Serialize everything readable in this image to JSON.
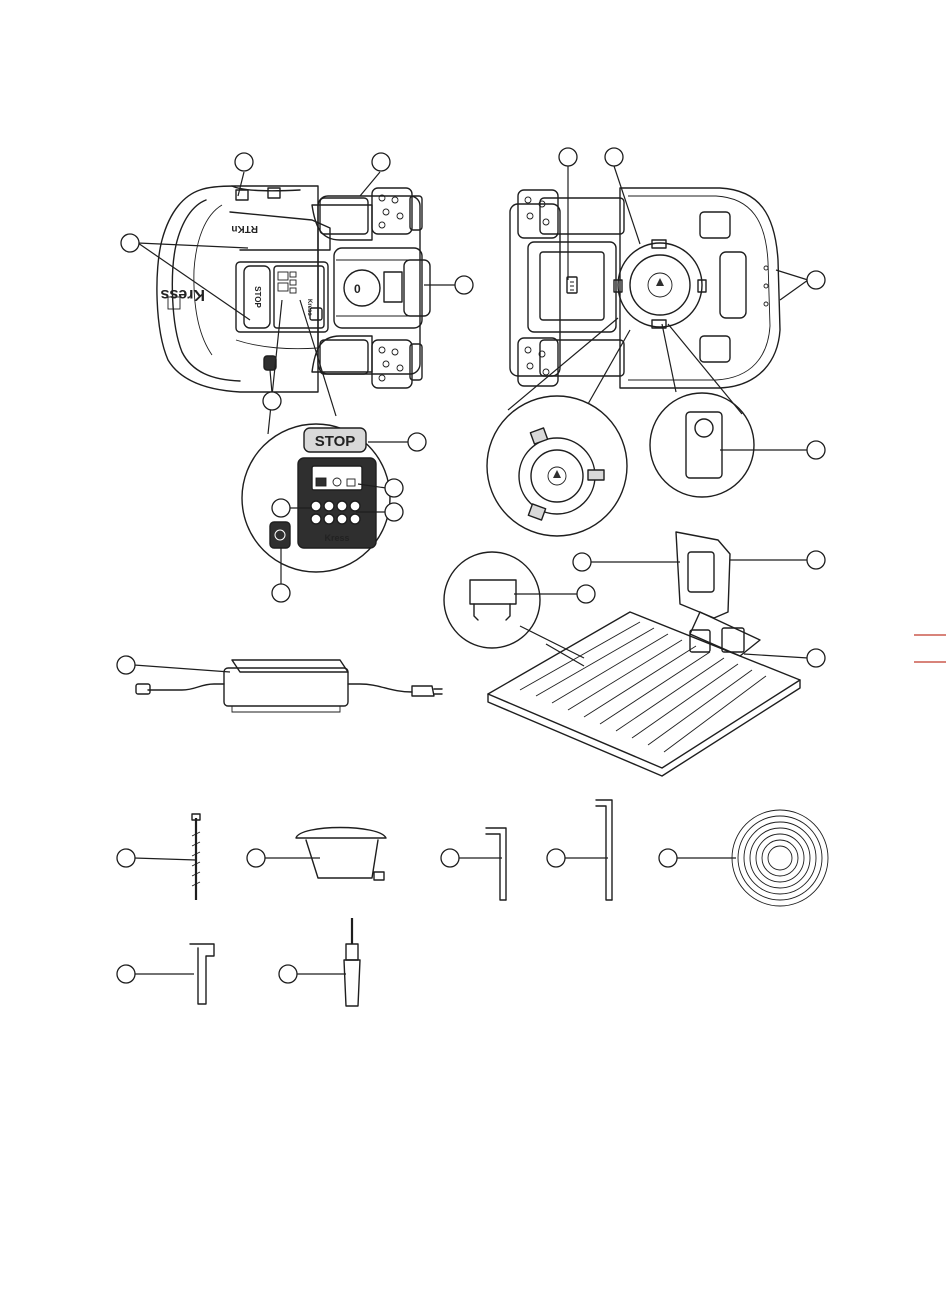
{
  "colors": {
    "line": "#1e1e1e",
    "page": "#ffffff",
    "page_edge_marks": "#c0392b",
    "screen_dark": "#2f2f2f"
  },
  "mower_top": {
    "brand": "Kress",
    "model": "RTKⁿ",
    "model_mirror": "RTKn",
    "stop_label": "STOP",
    "fuel_icon": "fuel-icon"
  },
  "control_panel": {
    "stop_label": "STOP",
    "brand": "Kress",
    "power_icon": "power-icon",
    "lock_icon": "lock-icon",
    "screen_icon": "camera-icon"
  },
  "mower_bottom": {
    "battery_icon": "battery-icon",
    "blade_disc_icon": "blade-disc-icon"
  },
  "icons": [
    "screw-icon",
    "nozzle-icon",
    "allen-key-icon",
    "wire-coil-icon",
    "peg-icon",
    "screwdriver-icon",
    "plug-icon",
    "power-supply-icon"
  ]
}
